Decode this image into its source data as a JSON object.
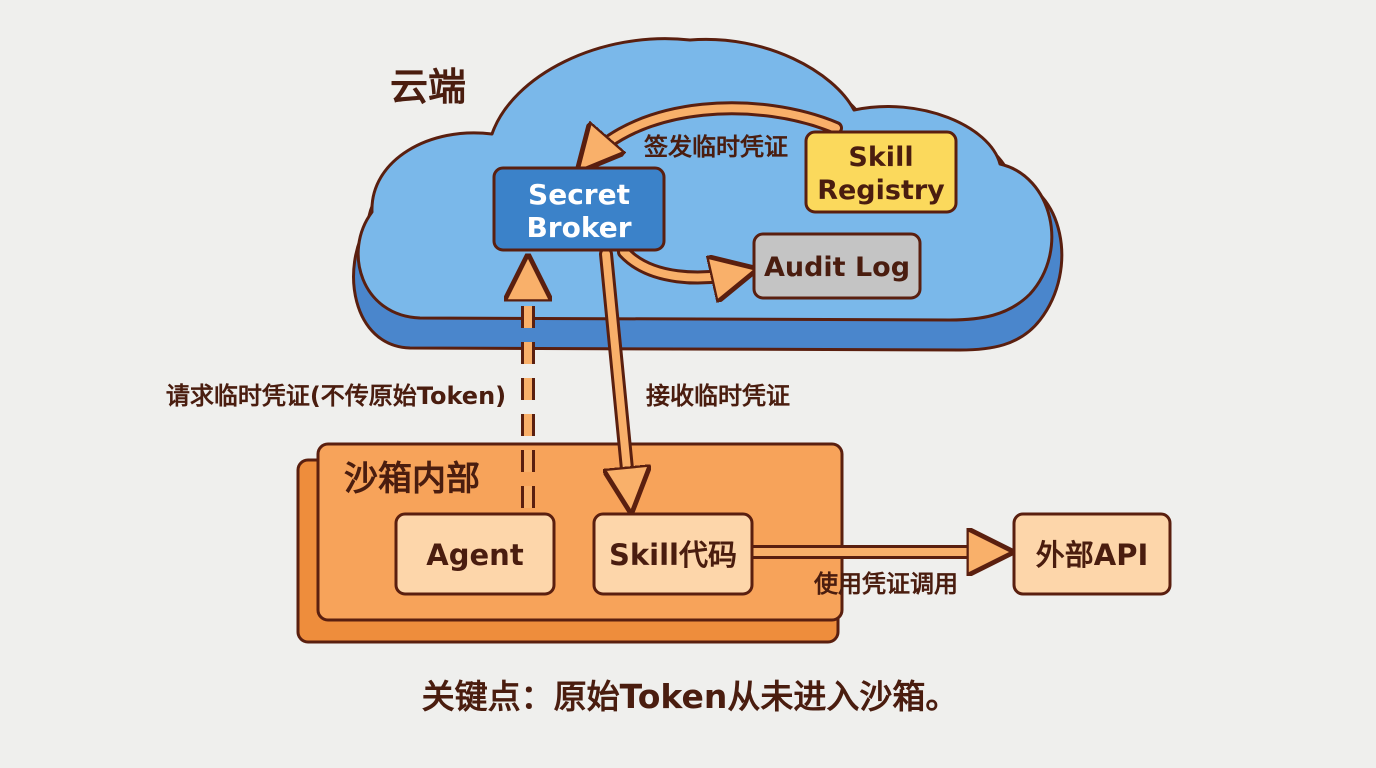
{
  "zones": {
    "cloud": "云端",
    "sandbox": "沙箱内部"
  },
  "nodes": {
    "secret_broker": [
      "Secret",
      "Broker"
    ],
    "skill_registry": [
      "Skill",
      "Registry"
    ],
    "audit_log": "Audit Log",
    "agent": "Agent",
    "skill_code": "Skill代码",
    "external_api": "外部API"
  },
  "edges": {
    "issue_credential": "签发临时凭证",
    "request_credential": "请求临时凭证(不传原始Token)",
    "receive_credential": "接收临时凭证",
    "use_credential": "使用凭证调用"
  },
  "takeaway": "关键点：原始Token从未进入沙箱。",
  "colors": {
    "background": "#efefed",
    "outline": "#5a1f0f",
    "cloud_fill": "#7ab8ea",
    "cloud_depth": "#4a86cc",
    "broker_fill": "#3b82c9",
    "registry_fill": "#fbd95c",
    "audit_fill": "#c4c4c4",
    "sandbox_fill": "#f7a35a",
    "sandbox_depth": "#ee8d3c",
    "inner_box_fill": "#fdd6aa",
    "arrow_fill": "#f9b06a",
    "text": "#4a1d0f"
  }
}
